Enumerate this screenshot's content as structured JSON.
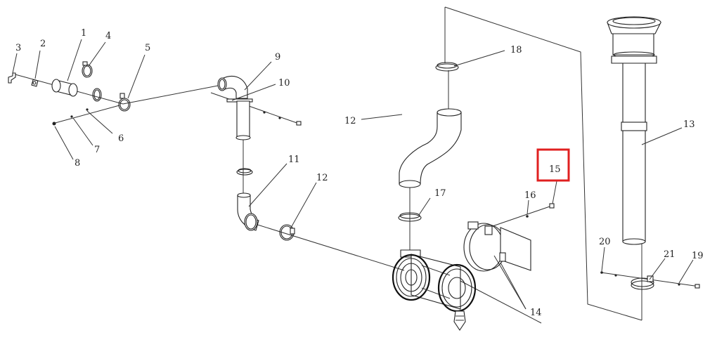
{
  "highlight_color": "#e02020",
  "callouts": {
    "1": "1",
    "2": "2",
    "3": "3",
    "4": "4",
    "5": "5",
    "6": "6",
    "7": "7",
    "8": "8",
    "9": "9",
    "10": "10",
    "11": "11",
    "12a": "12",
    "12b": "12",
    "13": "13",
    "14": "14",
    "15": "15",
    "16": "16",
    "17": "17",
    "18": "18",
    "19": "19",
    "20": "20",
    "21": "21"
  }
}
